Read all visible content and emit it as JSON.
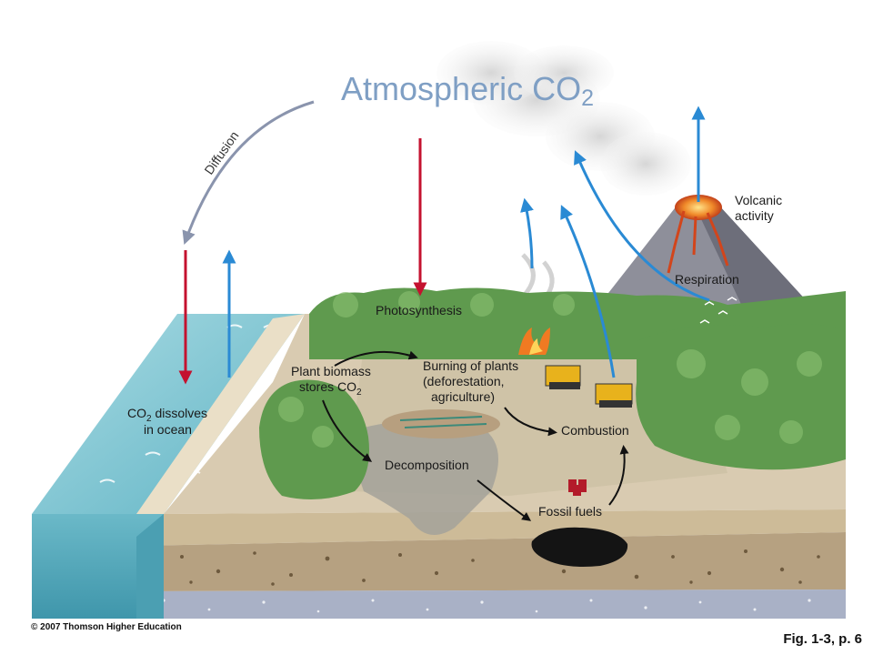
{
  "title": {
    "main": "Atmospheric CO",
    "subscript": "2"
  },
  "labels": {
    "diffusion": "Diffusion",
    "photosynthesis": "Photosynthesis",
    "volcanic_line1": "Volcanic",
    "volcanic_line2": "activity",
    "respiration": "Respiration",
    "plant_line1": "Plant biomass",
    "plant_line2": "stores CO",
    "plant_sub": "2",
    "burning_line1": "Burning of plants",
    "burning_line2": "(deforestation,",
    "burning_line3": "agriculture)",
    "ocean_line1": "CO",
    "ocean_sub": "2",
    "ocean_line1b": " dissolves",
    "ocean_line2": "in ocean",
    "combustion": "Combustion",
    "decomposition": "Decomposition",
    "fossil": "Fossil fuels"
  },
  "footer": {
    "copyright": "© 2007 Thomson Higher Education",
    "figure_ref": "Fig. 1-3, p. 6"
  },
  "colors": {
    "title": "#7f9fc4",
    "down_arrow": "#c4122f",
    "up_arrow": "#2a8ad4",
    "diffusion_arrow": "#8a94ad",
    "forest": "#5f9a4e",
    "ocean": "#8fcdd8"
  }
}
